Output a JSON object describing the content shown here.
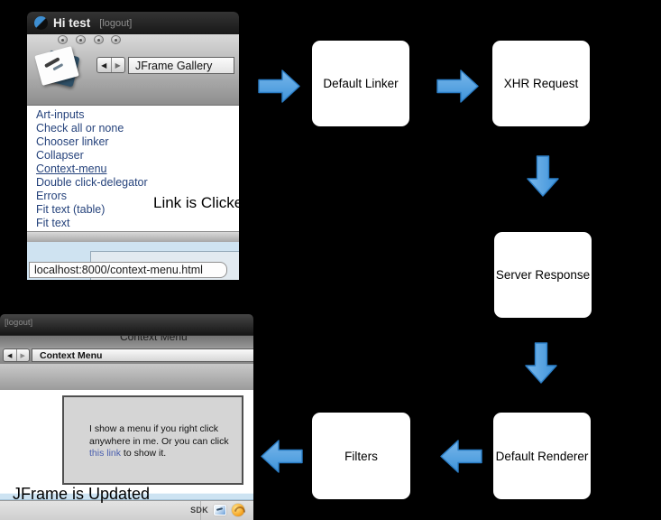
{
  "colors": {
    "arrow_fill_top": "#79b7ea",
    "arrow_fill_bottom": "#3e93da",
    "arrow_border": "#2b7dc5",
    "link_blue": "#26437c",
    "inline_link_blue": "#4a5fae",
    "status_bar_blue": "#cde3f2"
  },
  "flow": {
    "boxes": [
      "Default Linker",
      "XHR Request",
      "Server Response",
      "Default Renderer",
      "Filters"
    ],
    "arrows": [
      "right",
      "right",
      "down",
      "down",
      "left",
      "left"
    ],
    "caption_link_clicked": "Link is Clicked",
    "caption_jframe_updated": "JFrame is Updated"
  },
  "top_window": {
    "title": "Hi test",
    "logout": "[logout]",
    "nav_title": "JFrame Gallery",
    "links": [
      "Art-inputs",
      "Check all or none",
      "Chooser linker",
      "Collapser",
      "Context-menu",
      "Double click-delegator",
      "Errors",
      "Fit text (table)",
      "Fit text"
    ],
    "active_link": "Context-menu",
    "status_url": "localhost:8000/context-menu.html"
  },
  "bottom_window": {
    "logout": "[logout]",
    "window_title": "Context Menu",
    "nav_title": "Context Menu",
    "panel_line1": "I show a menu if you right click",
    "panel_line2": "anywhere in me. Or you can click",
    "panel_link": "this link",
    "panel_line3": " to show it.",
    "footer_label": "SDK"
  },
  "icons": {
    "back_glyph": "◀",
    "forward_glyph": "▶"
  }
}
